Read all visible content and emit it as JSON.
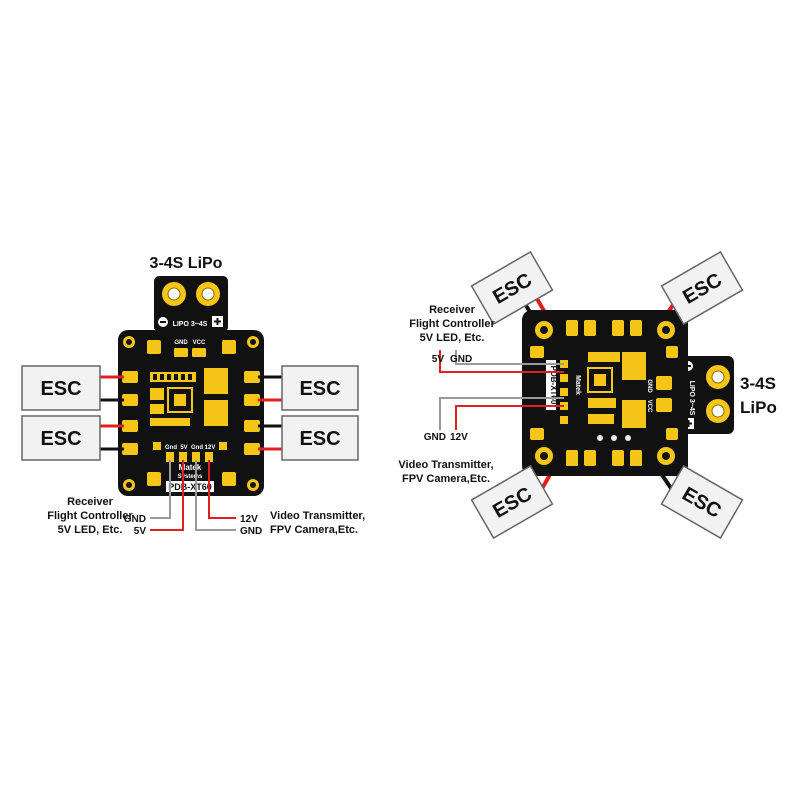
{
  "left": {
    "lipo_title": "3-4S LiPo",
    "lipo_tab_label": "LIPO 3~4S",
    "pad_gnd": "GND",
    "pad_vcc": "VCC",
    "esc_labels": [
      "ESC",
      "ESC",
      "ESC",
      "ESC"
    ],
    "header_pins": [
      "Gnd",
      "5V",
      "Gnd",
      "12V"
    ],
    "brand_line1": "Matek",
    "brand_line2": "Systems",
    "model": "PDB-XT60",
    "left_caption": [
      "Receiver",
      "Flight Controller",
      "5V LED, Etc."
    ],
    "wire_gnd": "GND",
    "wire_5v": "5V",
    "wire_12v": "12V",
    "wire_gnd2": "GND",
    "right_caption": [
      "Video Transmitter,",
      "FPV Camera,Etc."
    ]
  },
  "right": {
    "lipo_title_line1": "3-4S",
    "lipo_title_line2": "LiPo",
    "lipo_tab_label": "LIPO 3~4S",
    "pad_gnd": "GND",
    "pad_vcc": "VCC",
    "esc_labels": [
      "ESC",
      "ESC",
      "ESC",
      "ESC"
    ],
    "top_caption": [
      "Receiver",
      "Flight Controller",
      "5V LED, Etc."
    ],
    "wire_5v": "5V",
    "wire_gnd": "GND",
    "wire_gnd_bottom": "GND",
    "wire_12v": "12V",
    "bottom_caption": [
      "Video Transmitter,",
      "FPV Camera,Etc."
    ],
    "brand": "Matek",
    "model": "PDB-XT60"
  },
  "colors": {
    "pcb": "#111111",
    "pad": "#f5c518",
    "wire_red": "#e02020",
    "wire_gray": "#9a9a9a",
    "esc_fill": "#f2f2f2",
    "esc_border": "#666666"
  }
}
